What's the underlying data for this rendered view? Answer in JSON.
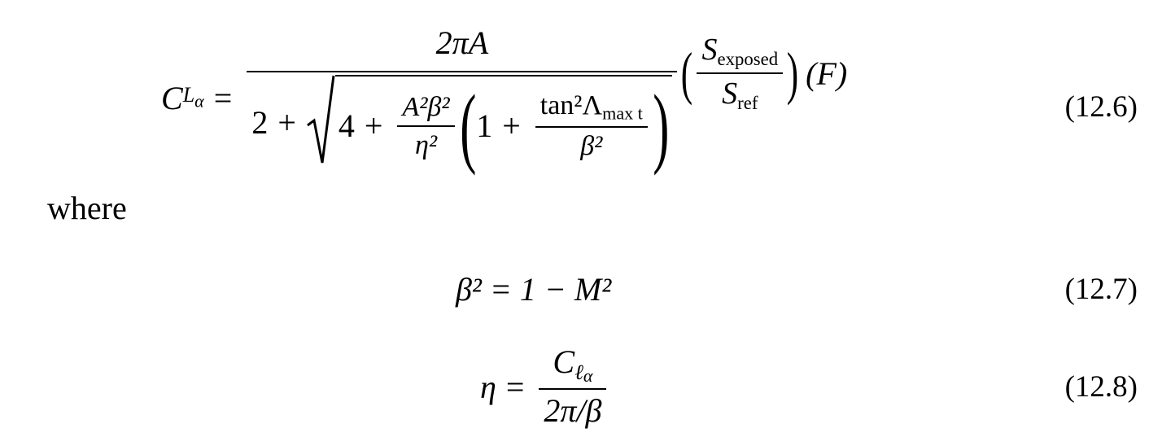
{
  "equations": {
    "eq_12_6": {
      "number": "(12.6)",
      "lhs": "C",
      "lhs_sub": "L",
      "lhs_subsub": "α",
      "equals": "=",
      "numerator": "2πA",
      "den_two": "2",
      "plus": "+",
      "four": "4",
      "a_sq_beta_sq": "A²β²",
      "eta_sq": "η²",
      "one": "1",
      "tan_sq": "tan²Λ",
      "max_t": "max t",
      "beta_sq": "β²",
      "s_exposed": "S",
      "exposed_sub": "exposed",
      "s_ref": "S",
      "ref_sub": "ref",
      "factor_f": "(F)"
    },
    "where": "where",
    "eq_12_7": {
      "number": "(12.7)",
      "text": "β² = 1 − M²"
    },
    "eq_12_8": {
      "number": "(12.8)",
      "lhs": "η",
      "equals": "=",
      "num": "C",
      "num_sub": "ℓ",
      "num_subsub": "α",
      "den": "2π/β"
    }
  }
}
